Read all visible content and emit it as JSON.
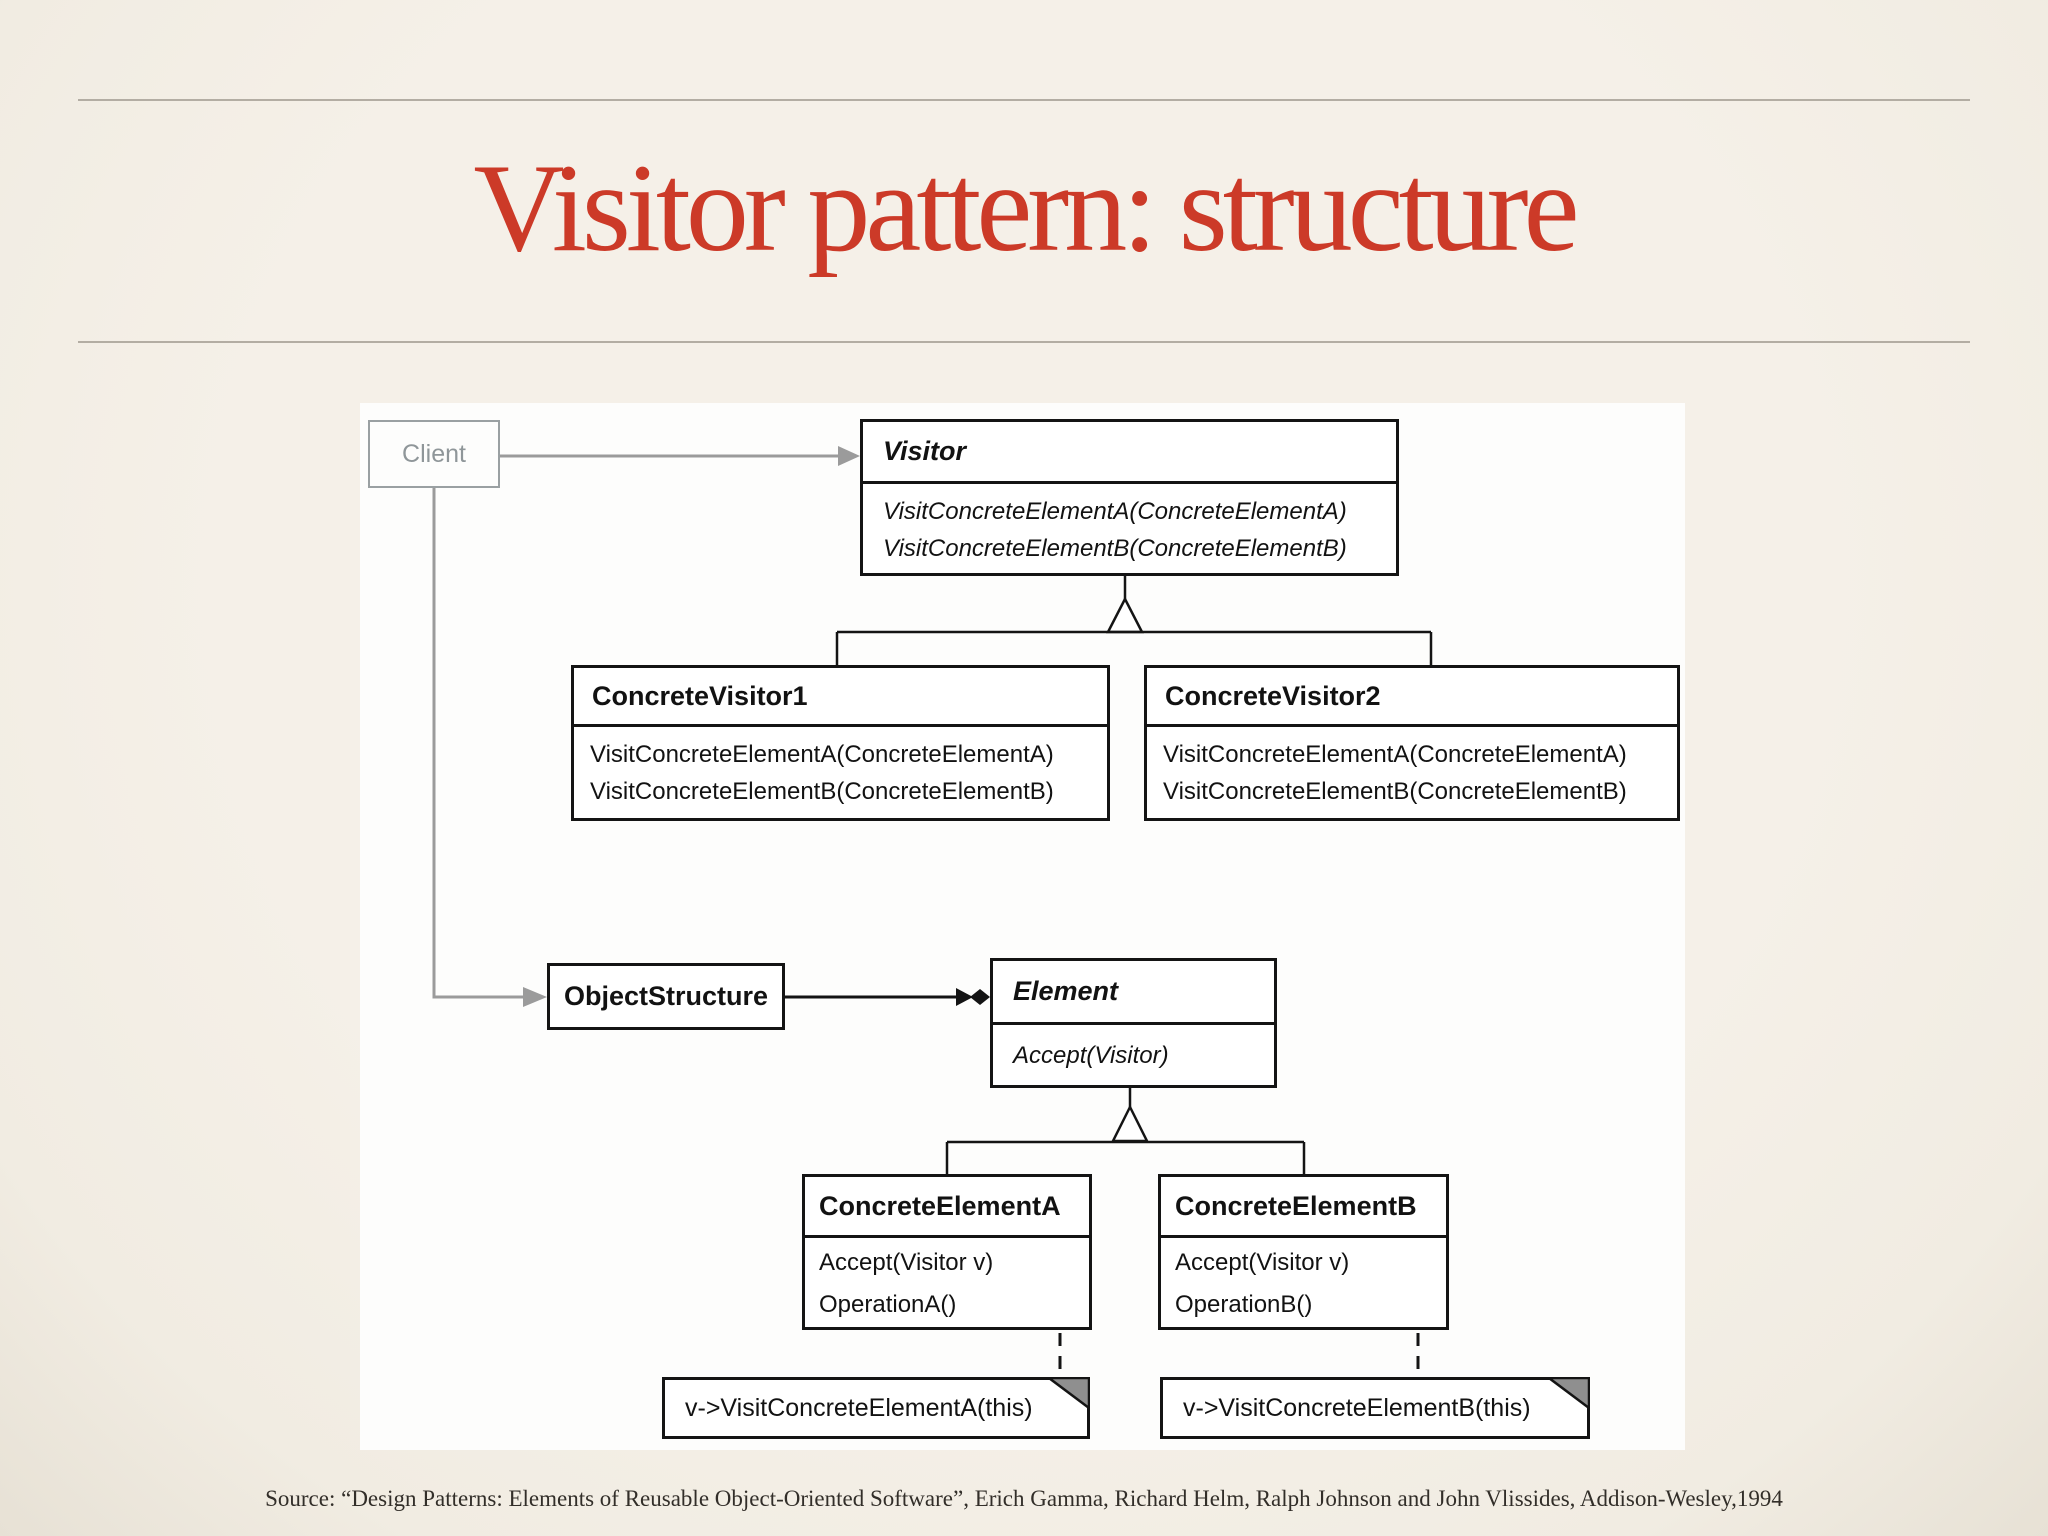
{
  "slide": {
    "title": "Visitor pattern: structure",
    "citation": "Source: “Design Patterns: Elements of Reusable Object-Oriented Software”, Erich Gamma, Richard Helm, Ralph Johnson and John Vlissides, Addison-Wesley,1994",
    "colors": {
      "background_cream": "#f3eee5",
      "title_red": "#cc3a28",
      "rule_gray": "#b3ada3",
      "diagram_line_black": "#141414",
      "client_gray": "#9aa0a2",
      "note_fold_gray": "#8f8f8f"
    }
  },
  "diagram": {
    "client_label": "Client",
    "classes": {
      "visitor": {
        "name": "Visitor",
        "methods": [
          "VisitConcreteElementA(ConcreteElementA)",
          "VisitConcreteElementB(ConcreteElementB)"
        ]
      },
      "concrete_visitor_1": {
        "name": "ConcreteVisitor1",
        "methods": [
          "VisitConcreteElementA(ConcreteElementA)",
          "VisitConcreteElementB(ConcreteElementB)"
        ]
      },
      "concrete_visitor_2": {
        "name": "ConcreteVisitor2",
        "methods": [
          "VisitConcreteElementA(ConcreteElementA)",
          "VisitConcreteElementB(ConcreteElementB)"
        ]
      },
      "object_structure": {
        "name": "ObjectStructure"
      },
      "element": {
        "name": "Element",
        "methods": [
          "Accept(Visitor)"
        ]
      },
      "concrete_element_a": {
        "name": "ConcreteElementA",
        "methods": [
          "Accept(Visitor v)",
          "OperationA()"
        ]
      },
      "concrete_element_b": {
        "name": "ConcreteElementB",
        "methods": [
          "Accept(Visitor v)",
          "OperationB()"
        ]
      }
    },
    "notes": [
      {
        "text": "v->VisitConcreteElementA(this)"
      },
      {
        "text": "v->VisitConcreteElementB(this)"
      }
    ]
  }
}
